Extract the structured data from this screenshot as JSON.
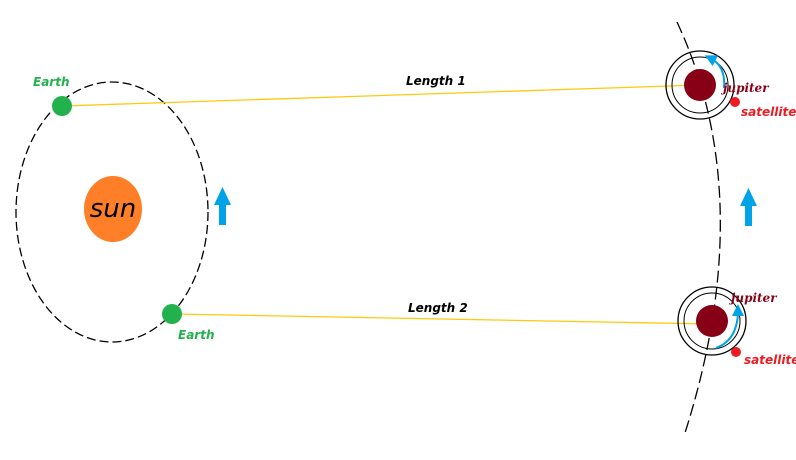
{
  "labels": {
    "sun": "sun",
    "earth_top": "Earth",
    "earth_bottom": "Earth",
    "length_1": "Length 1",
    "length_2": "Length 2",
    "jupiter_top": "jupiter",
    "jupiter_bottom": "jupiter",
    "satellite_top": "satellite",
    "satellite_bottom": "satellite"
  },
  "colors": {
    "sun": "#fe7f27",
    "earth": "#22b14c",
    "jupiter": "#880015",
    "satellite": "#ed1c24",
    "sight_line": "#ffc90e",
    "arrow": "#00a2e8",
    "orbit": "#000000",
    "jupiter_label": "#880015",
    "satellite_label": "#ed1c24",
    "earth_label": "#22b14c"
  },
  "icons": {
    "motion_arrow": "up-arrow-icon",
    "satellite_orbit_arrow": "curved-arrow-icon"
  }
}
